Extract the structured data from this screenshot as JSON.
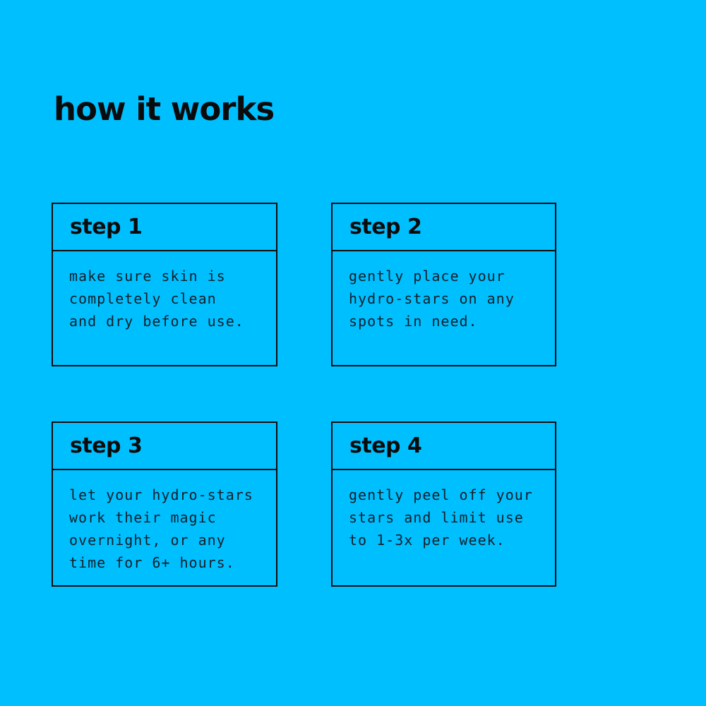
{
  "page": {
    "title": "how it works",
    "background_color": "#00BFFF",
    "ink_color": "#0b0b0b",
    "body_text_color": "#10202b"
  },
  "steps": [
    {
      "title": "step 1",
      "body": "make sure skin is\ncompletely clean\nand dry before use."
    },
    {
      "title": "step 2",
      "body": "gently place your\nhydro-stars on any\nspots in need."
    },
    {
      "title": "step 3",
      "body": "let your hydro-stars\nwork their magic\novernight, or any\ntime for 6+ hours."
    },
    {
      "title": "step 4",
      "body": "gently peel off your\nstars and limit use\nto 1-3x per week."
    }
  ]
}
